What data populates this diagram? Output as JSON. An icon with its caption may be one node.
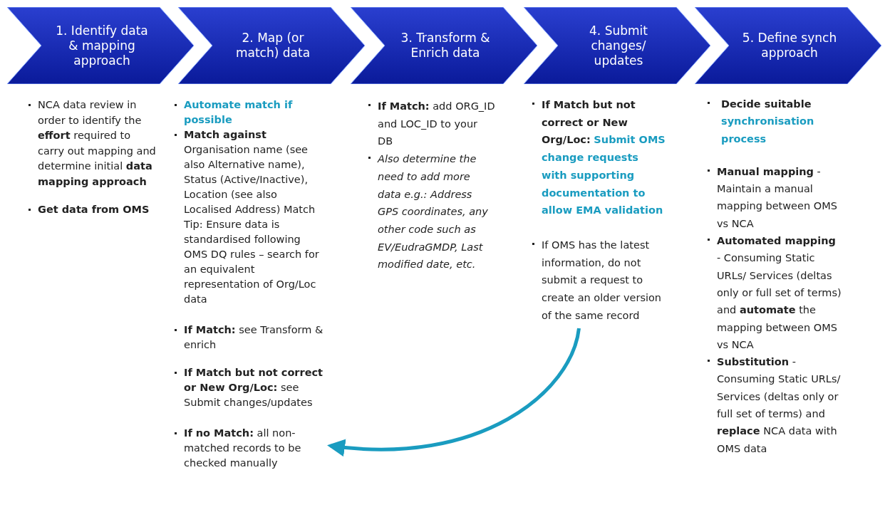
{
  "diagram": {
    "nodes": [
      {
        "text": [
          "1. Identify data & mapping approach"
        ]
      },
      {
        "text": [
          "2. Map (or match) data"
        ]
      },
      {
        "text": [
          "3. Transform & Enrich data"
        ]
      },
      {
        "text": [
          "4. Submit changes/ updates"
        ]
      },
      {
        "text": [
          "5. Define synch approach"
        ]
      },
      {
        "text": [
          "NCA data review in order to identify the **effort** required to carry out mapping and determine initial **data mapping approach**",
          "**Get data from OMS**"
        ]
      },
      {
        "text": [
          "**Automate match if possible**",
          "**Match against** Organisation name (see also Alternative name), Status (Active/Inactive), Location (see also Localised Address) Match Tip: Ensure data is standardised following OMS DQ rules – search for an equivalent representation of Org/Loc data",
          "**If Match:** see Transform & enrich",
          "**If Match but not correct or New Org/Loc:** see Submit changes/updates",
          "**If no Match:** all non-matched records to be checked manually"
        ]
      },
      {
        "text": [
          "**If Match:** add ORG_ID and LOC_ID to your DB",
          "Also determine the need to add more data e.g.: Address GPS coordinates, any other code such as EV/EudraGMDP, Last modified date, etc."
        ]
      },
      {
        "text": [
          "**If Match but not correct or New Org/Loc:** **Submit OMS change requests with supporting documentation to allow EMA validation**",
          "If OMS has the latest information, do not submit a request to create an older version of the same record"
        ]
      },
      {
        "text": [
          "**Decide suitable** **synchronisation process**",
          "**Manual mapping** - Maintain a manual mapping between OMS vs NCA",
          "**Automated mapping** - Consuming Static URLs/ Services (deltas only or full set of terms) and **automate** the mapping between OMS vs NCA",
          "**Substitution** - Consuming Static URLs/ Services (deltas only or full set of terms) and **replace** NCA data with OMS data"
        ]
      }
    ],
    "edges": [
      {
        "from": 8,
        "to": 6,
        "arrow": "to",
        "color": "#1a9cc0"
      }
    ]
  }
}
